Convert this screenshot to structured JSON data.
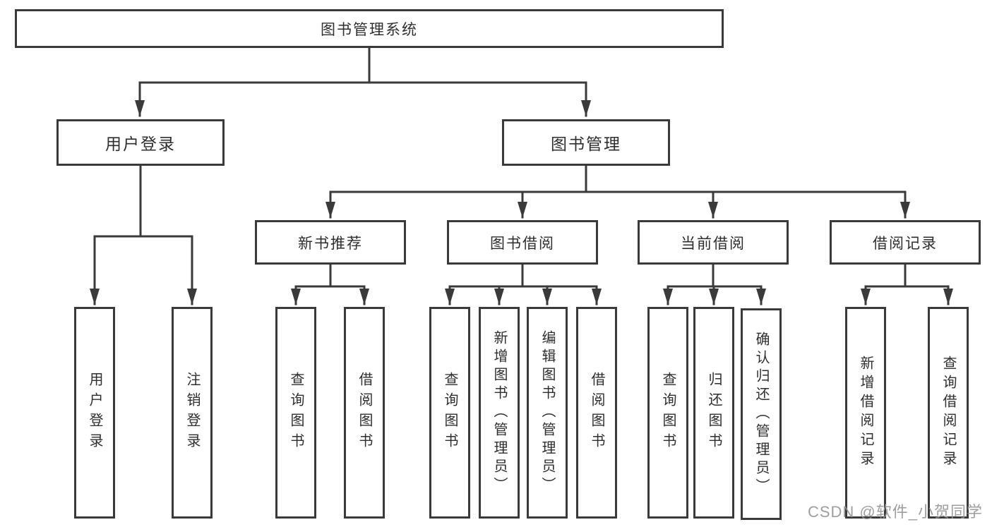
{
  "diagram": {
    "type": "hierarchy-tree",
    "colors": {
      "line": "#3a3a3a",
      "box_border": "#3a3a3a",
      "box_fill": "#ffffff",
      "text": "#2e2e2e",
      "watermark": "#949494",
      "background": "#ffffff"
    },
    "root": {
      "label": "图书管理系统"
    },
    "level2": [
      {
        "label": "用户登录",
        "children": [
          {
            "label": "用户登录"
          },
          {
            "label": "注销登录"
          }
        ]
      },
      {
        "label": "图书管理",
        "children": [
          {
            "label": "新书推荐",
            "children": [
              {
                "label": "查询图书"
              },
              {
                "label": "借阅图书"
              }
            ]
          },
          {
            "label": "图书借阅",
            "children": [
              {
                "label": "查询图书"
              },
              {
                "label": "新增图书（管理员）"
              },
              {
                "label": "编辑图书（管理员）"
              },
              {
                "label": "借阅图书"
              }
            ]
          },
          {
            "label": "当前借阅",
            "children": [
              {
                "label": "查询图书"
              },
              {
                "label": "归还图书"
              },
              {
                "label": "确认归还（管理员）"
              }
            ]
          },
          {
            "label": "借阅记录",
            "children": [
              {
                "label": "新增借阅记录"
              },
              {
                "label": "查询借阅记录"
              }
            ]
          }
        ]
      }
    ]
  },
  "watermark": {
    "text": "CSDN @软件_小贺同学"
  }
}
